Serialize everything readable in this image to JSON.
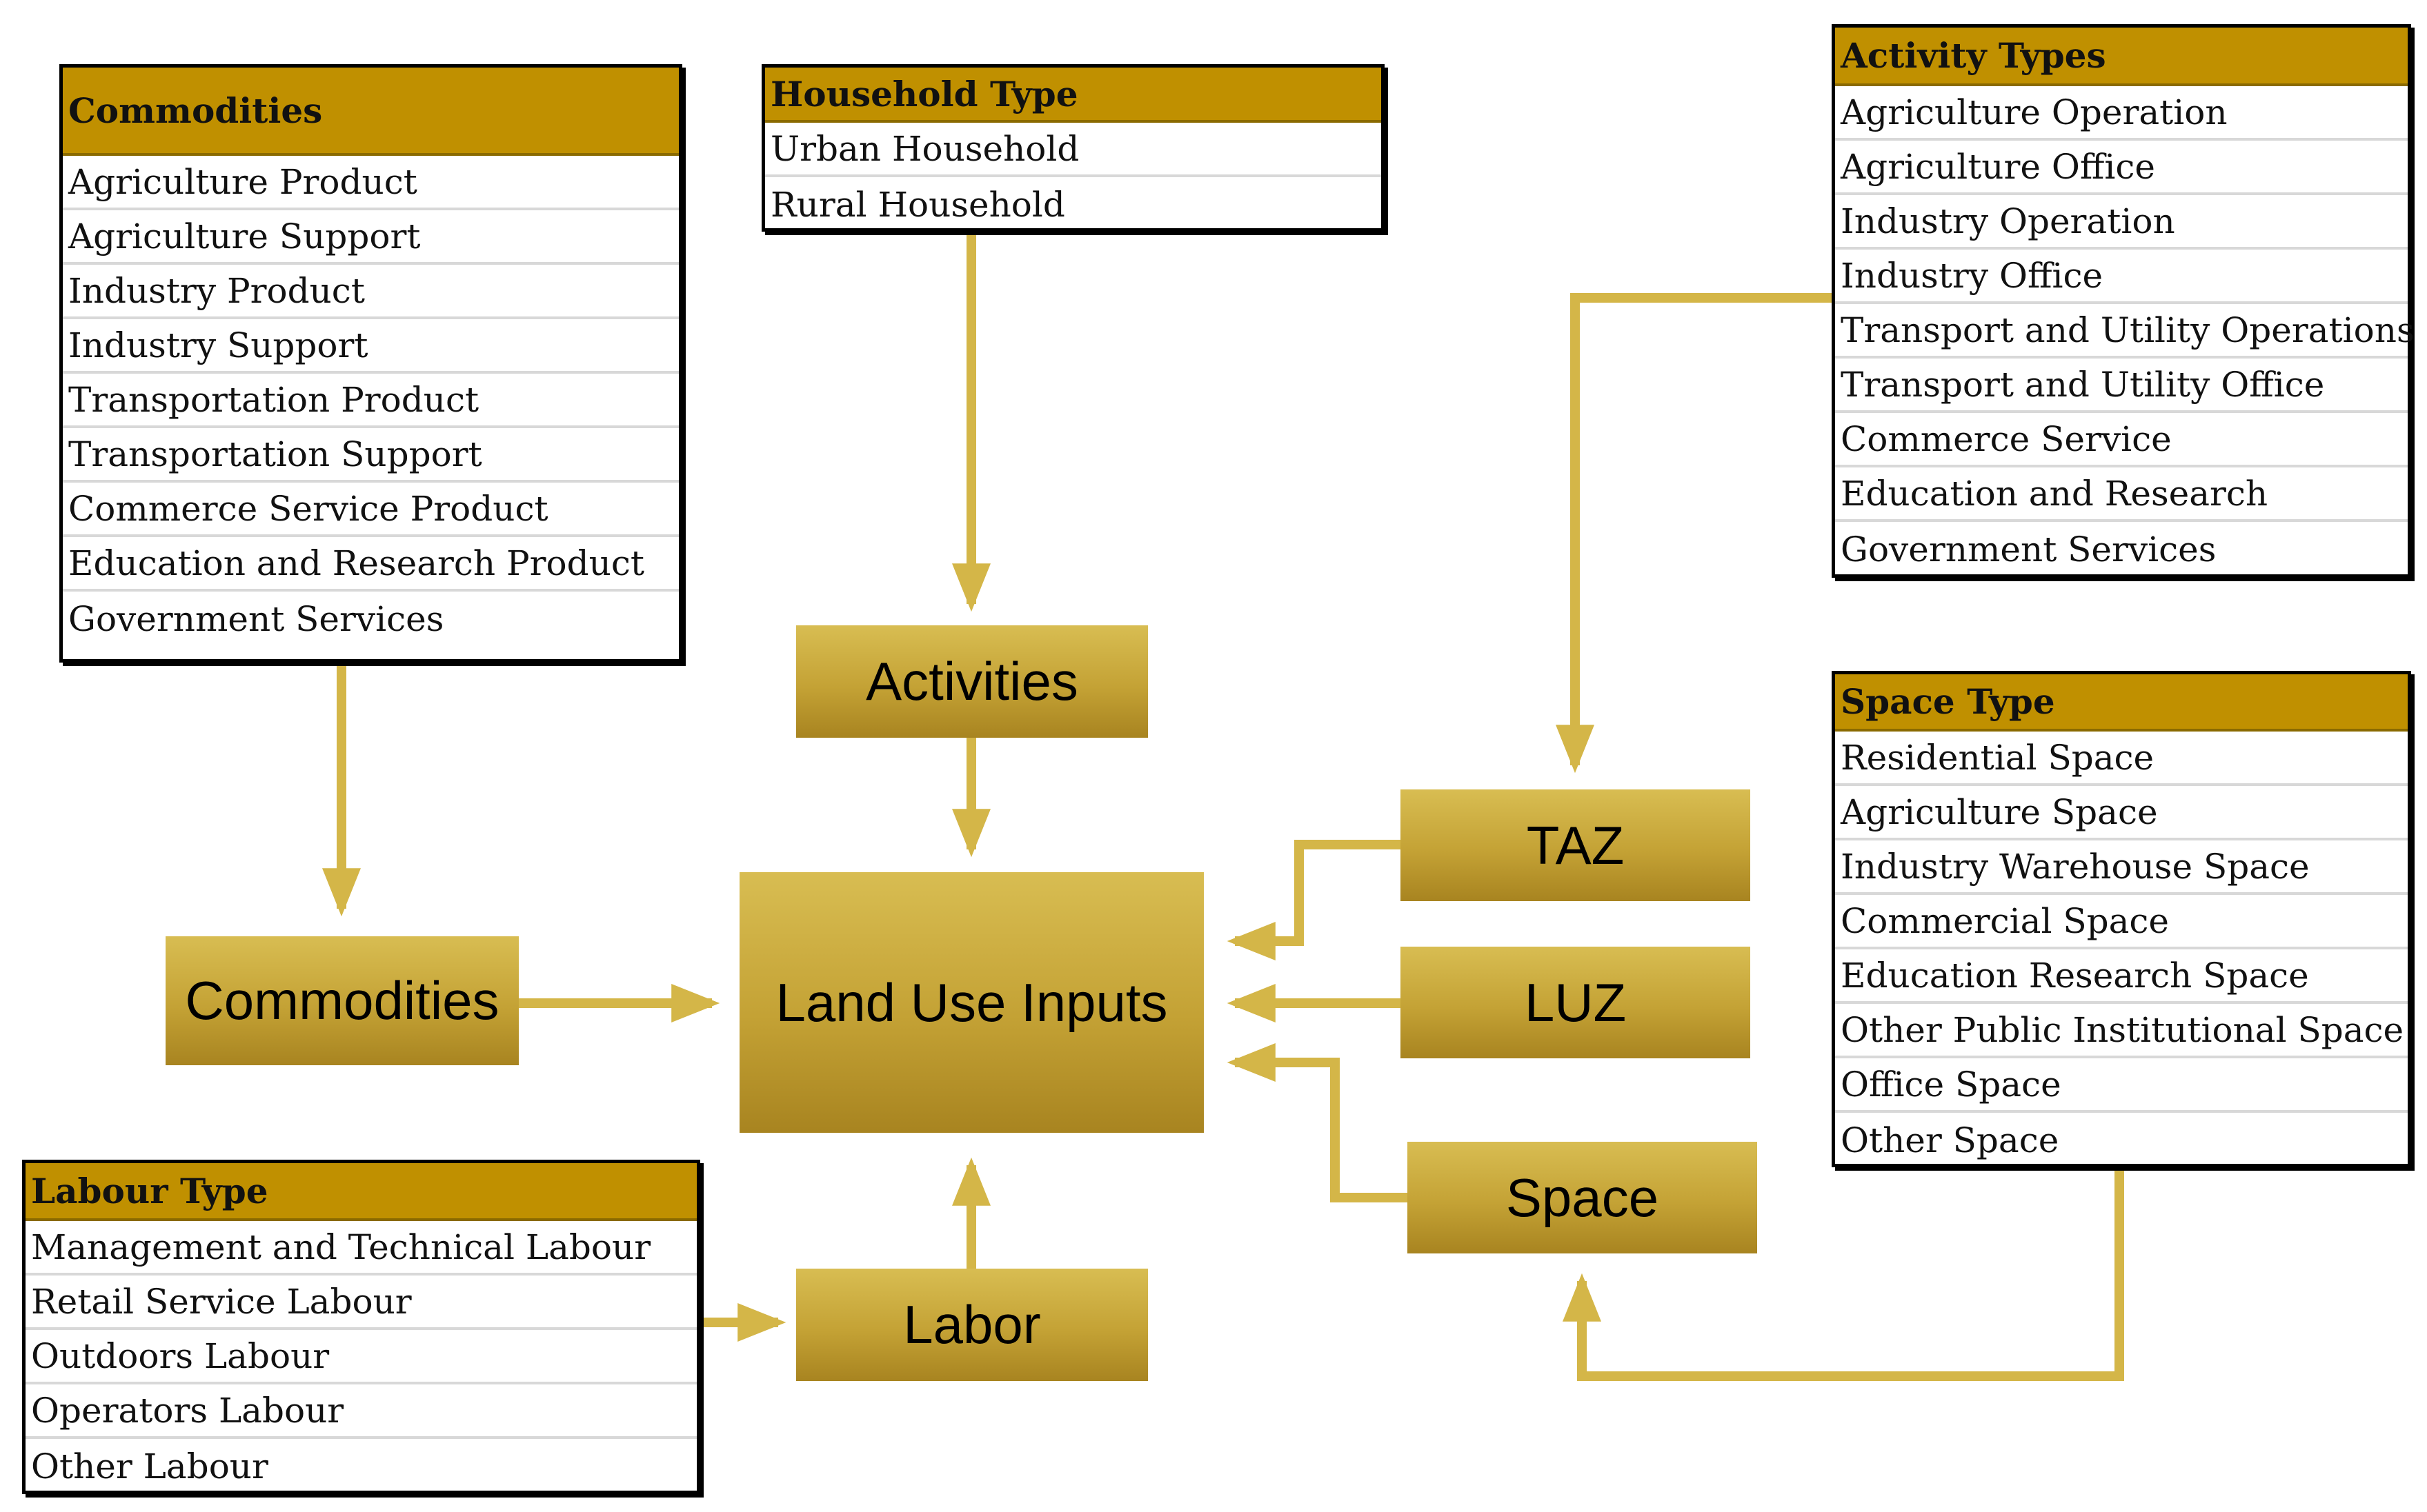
{
  "colors": {
    "header": "#c09000",
    "node": "#c4a235",
    "connector": "#d4b648",
    "border": "#000000"
  },
  "tables": {
    "commodities": {
      "title": "Commodities",
      "rows": [
        "Agriculture Product",
        "Agriculture Support",
        "Industry Product",
        "Industry Support",
        "Transportation Product",
        "Transportation Support",
        "Commerce Service Product",
        "Education and Research Product",
        "Government Services"
      ]
    },
    "household": {
      "title": "Household Type",
      "rows": [
        "Urban Household",
        "Rural Household"
      ]
    },
    "activity": {
      "title": "Activity Types",
      "rows": [
        "Agriculture Operation",
        "Agriculture Office",
        "Industry Operation",
        "Industry Office",
        "Transport and Utility Operations",
        "Transport and Utility Office",
        "Commerce Service",
        "Education and Research",
        "Government Services"
      ]
    },
    "space": {
      "title": "Space Type",
      "rows": [
        "Residential Space",
        "Agriculture Space",
        "Industry Warehouse Space",
        "Commercial Space",
        "Education Research Space",
        "Other Public Institutional Space",
        "Office Space",
        "Other Space"
      ]
    },
    "labour": {
      "title": "Labour Type",
      "rows": [
        "Management and Technical Labour",
        "Retail Service Labour",
        "Outdoors Labour",
        "Operators Labour",
        "Other Labour"
      ]
    }
  },
  "nodes": {
    "activities": "Activities",
    "commodities": "Commodities",
    "land_use": "Land Use Inputs",
    "taz": "TAZ",
    "luz": "LUZ",
    "space": "Space",
    "labor": "Labor"
  }
}
